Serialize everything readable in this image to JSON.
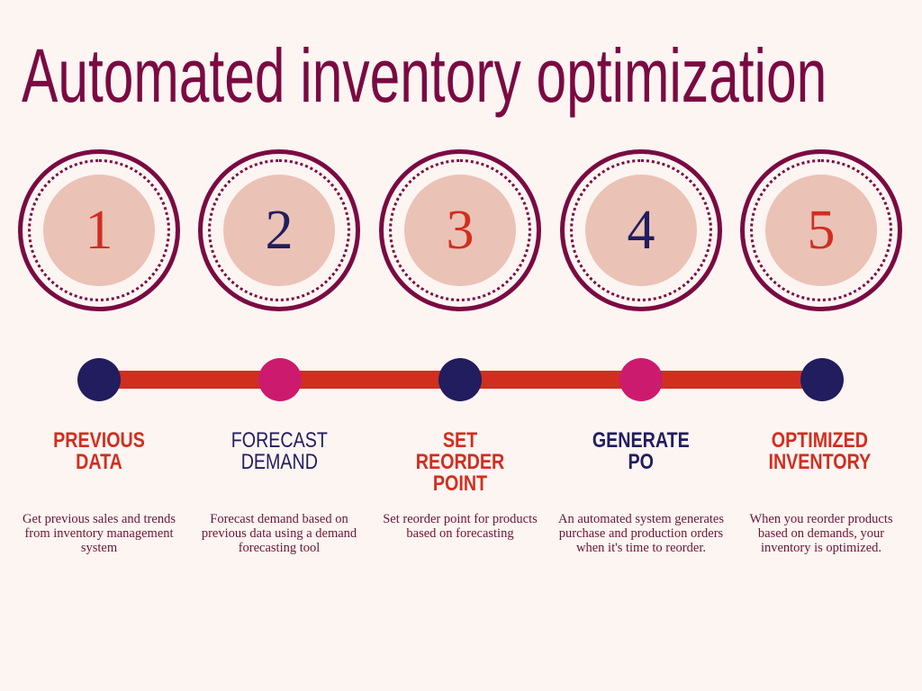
{
  "title": "Automated inventory optimization",
  "colors": {
    "background": "#fdf5f2",
    "title": "#7a0a42",
    "ring": "#7a0a42",
    "inner_circle": "#ebc2b6",
    "red": "#d12e1f",
    "navy": "#211d5e",
    "magenta": "#cc1a6e",
    "description": "#6b1536"
  },
  "steps": [
    {
      "number": "1",
      "number_color": "#d12e1f",
      "dot_color": "#211d5e",
      "heading": "PREVIOUS\nDATA",
      "heading_color": "#d12e1f",
      "heading_weight": "bold",
      "description": "Get previous sales and trends from inventory management system"
    },
    {
      "number": "2",
      "number_color": "#211d5e",
      "dot_color": "#cc1a6e",
      "heading": "FORECAST\nDEMAND",
      "heading_color": "#211d5e",
      "heading_weight": "normal",
      "description": "Forecast demand based on previous data using a demand forecasting tool"
    },
    {
      "number": "3",
      "number_color": "#d12e1f",
      "dot_color": "#211d5e",
      "heading": "SET\nREORDER\nPOINT",
      "heading_color": "#d12e1f",
      "heading_weight": "bold",
      "description": "Set reorder point for products based on forecasting"
    },
    {
      "number": "4",
      "number_color": "#211d5e",
      "dot_color": "#cc1a6e",
      "heading": "GENERATE\nPO",
      "heading_color": "#211d5e",
      "heading_weight": "bold",
      "description": "An automated system generates purchase and production orders when it's time to reorder."
    },
    {
      "number": "5",
      "number_color": "#d12e1f",
      "dot_color": "#211d5e",
      "heading": "OPTIMIZED\nINVENTORY",
      "heading_color": "#d12e1f",
      "heading_weight": "bold",
      "description": "When you reorder products based on demands, your inventory is optimized."
    }
  ]
}
